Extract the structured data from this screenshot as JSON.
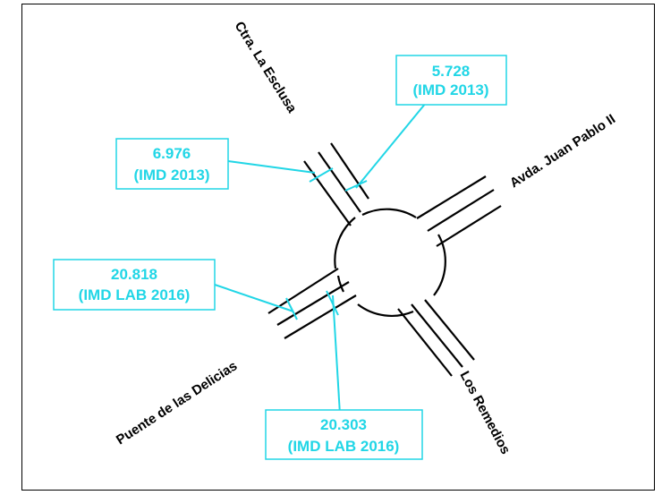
{
  "roads": {
    "north": "Ctra. La Esclusa",
    "east": "Avda. Juan Pablo II",
    "south": "Los Remedios",
    "west": "Puente de las Delicias"
  },
  "counts": [
    {
      "value": "5.728",
      "source": "(IMD 2013)"
    },
    {
      "value": "6.976",
      "source": "(IMD 2013)"
    },
    {
      "value": "20.818",
      "source": "(IMD LAB 2016)"
    },
    {
      "value": "20.303",
      "source": "(IMD LAB 2016)"
    }
  ],
  "colors": {
    "annotation": "#21d6e6",
    "road": "#000000"
  }
}
